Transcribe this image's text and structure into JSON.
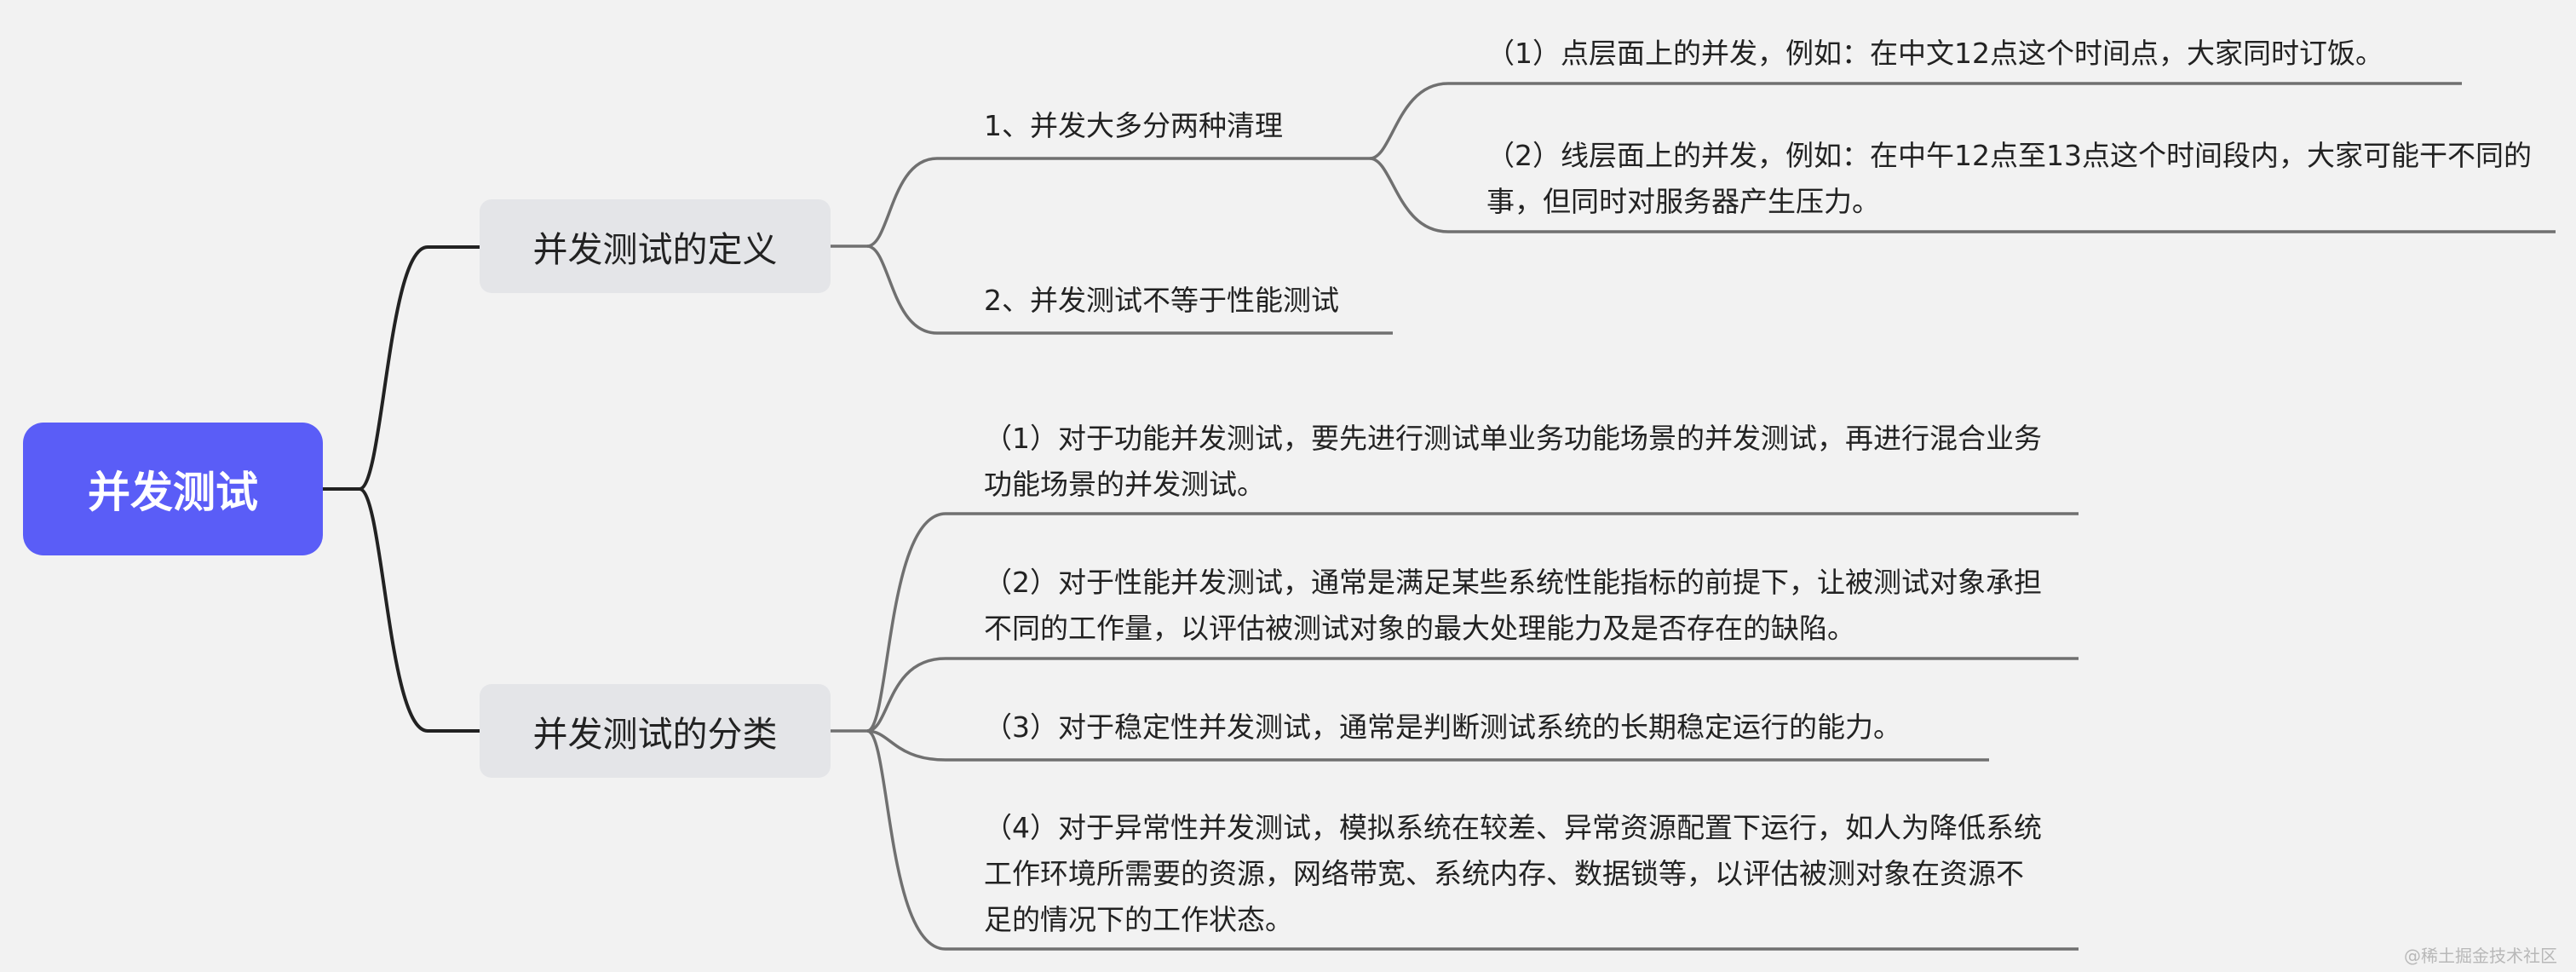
{
  "root": {
    "label": "并发测试"
  },
  "branches": [
    {
      "label": "并发测试的定义",
      "children": [
        {
          "label": "1、并发大多分两种清理",
          "children": [
            {
              "label": "（1）点层面上的并发，例如：在中文12点这个时间点，大家同时订饭。"
            },
            {
              "label": "（2）线层面上的并发，例如：在中午12点至13点这个时间段内，大家可能干不同的事，但同时对服务器产生压力。"
            }
          ]
        },
        {
          "label": "2、并发测试不等于性能测试"
        }
      ]
    },
    {
      "label": "并发测试的分类",
      "children": [
        {
          "label": "（1）对于功能并发测试，要先进行测试单业务功能场景的并发测试，再进行混合业务功能场景的并发测试。"
        },
        {
          "label": "（2）对于性能并发测试，通常是满足某些系统性能指标的前提下，让被测试对象承担不同的工作量，以评估被测试对象的最大处理能力及是否存在的缺陷。"
        },
        {
          "label": "（3）对于稳定性并发测试，通常是判断测试系统的长期稳定运行的能力。"
        },
        {
          "label": "（4）对于异常性并发测试，模拟系统在较差、异常资源配置下运行，如人为降低系统工作环境所需要的资源，网络带宽、系统内存、数据锁等，以评估被测对象在资源不足的情况下的工作状态。"
        }
      ]
    }
  ],
  "watermark": "@稀土掘金技术社区",
  "colors": {
    "root_bg": "#5a5df7",
    "branch_bg": "#e4e5e8",
    "connector": "#707070",
    "root_connector": "#222222"
  }
}
